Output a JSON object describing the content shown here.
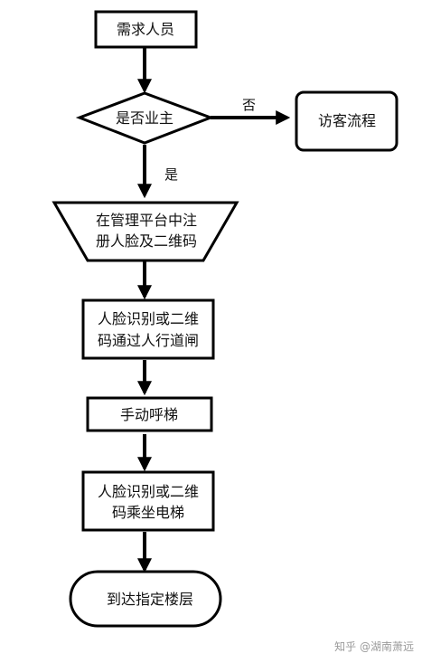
{
  "nodes": {
    "requester": "需求人员",
    "is_owner": "是否业主",
    "visitor_flow": "访客流程",
    "register_line1": "在管理平台中注",
    "register_line2": "册人脸及二维码",
    "pass_gate_line1": "人脸识别或二维",
    "pass_gate_line2": "码通过人行道闸",
    "call_elevator": "手动呼梯",
    "ride_line1": "人脸识别或二维",
    "ride_line2": "码乘坐电梯",
    "arrive": "到达指定楼层"
  },
  "edges": {
    "no": "否",
    "yes": "是"
  },
  "watermark": "知乎 @湖南萧远"
}
